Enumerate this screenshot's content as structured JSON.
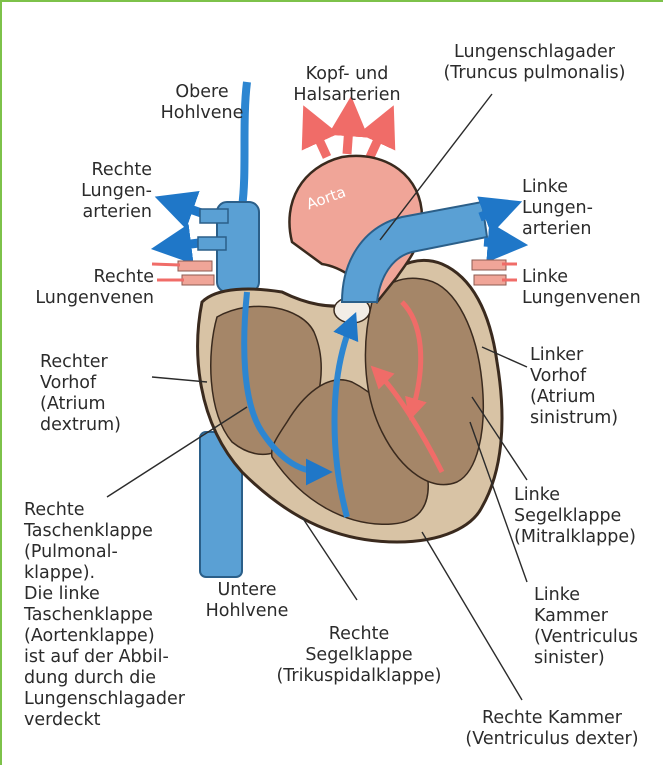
{
  "colors": {
    "frame": "#7dc24a",
    "vein_blue": "#5aa0d4",
    "arrow_blue": "#1f77c8",
    "aorta_pink": "#f0a598",
    "arrow_red": "#f06c68",
    "muscle_brown": "#a58668",
    "muscle_light": "#d7c3a6",
    "text": "#2b2b2b"
  },
  "labels": {
    "kopf_hals": "Kopf- und\nHalsarterien",
    "lungenschlagader": "Lungenschlagader\n(Truncus pulmonalis)",
    "obere_hohlvene": "Obere\nHohlvene",
    "rechte_lungenarterien": "Rechte\nLungen-\narterien",
    "linke_lungenarterien": "Linke\nLungen-\narterien",
    "rechte_lungenvenen": "Rechte\nLungenvenen",
    "linke_lungenvenen": "Linke\nLungenvenen",
    "rechter_vorhof": "Rechter\nVorhof\n(Atrium\ndextrum)",
    "linker_vorhof": "Linker\nVorhof\n(Atrium\nsinistrum)",
    "rechte_taschenklappe": "Rechte\nTaschenklappe\n(Pulmonal-\nklappe).\nDie linke\nTaschenklappe\n(Aortenklappe)\nist auf der Abbil-\ndung durch die\nLungenschlagader\nverdeckt",
    "linke_segelklappe": "Linke\nSegelklappe\n(Mitralklappe)",
    "untere_hohlvene": "Untere\nHohlvene",
    "rechte_segelklappe": "Rechte\nSegelklappe\n(Trikuspidalklappe)",
    "linke_kammer": "Linke\nKammer\n(Ventriculus\nsinister)",
    "rechte_kammer": "Rechte Kammer\n(Ventriculus dexter)",
    "aorta": "Aorta"
  }
}
